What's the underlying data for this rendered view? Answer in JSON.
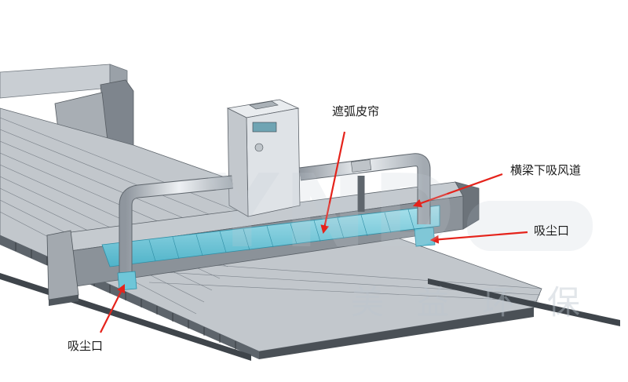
{
  "callouts": {
    "arc_shield": "遮弧皮帘",
    "beam_duct": "横梁下吸风道",
    "suction_right": "吸尘口",
    "suction_left": "吸尘口"
  },
  "watermark": {
    "brand_text": "美 益 环 保",
    "logo_letters": "YND"
  },
  "colors": {
    "arrow": "#e5231b",
    "curtain": "#7fd3e4",
    "steel": "#d9dde1"
  }
}
